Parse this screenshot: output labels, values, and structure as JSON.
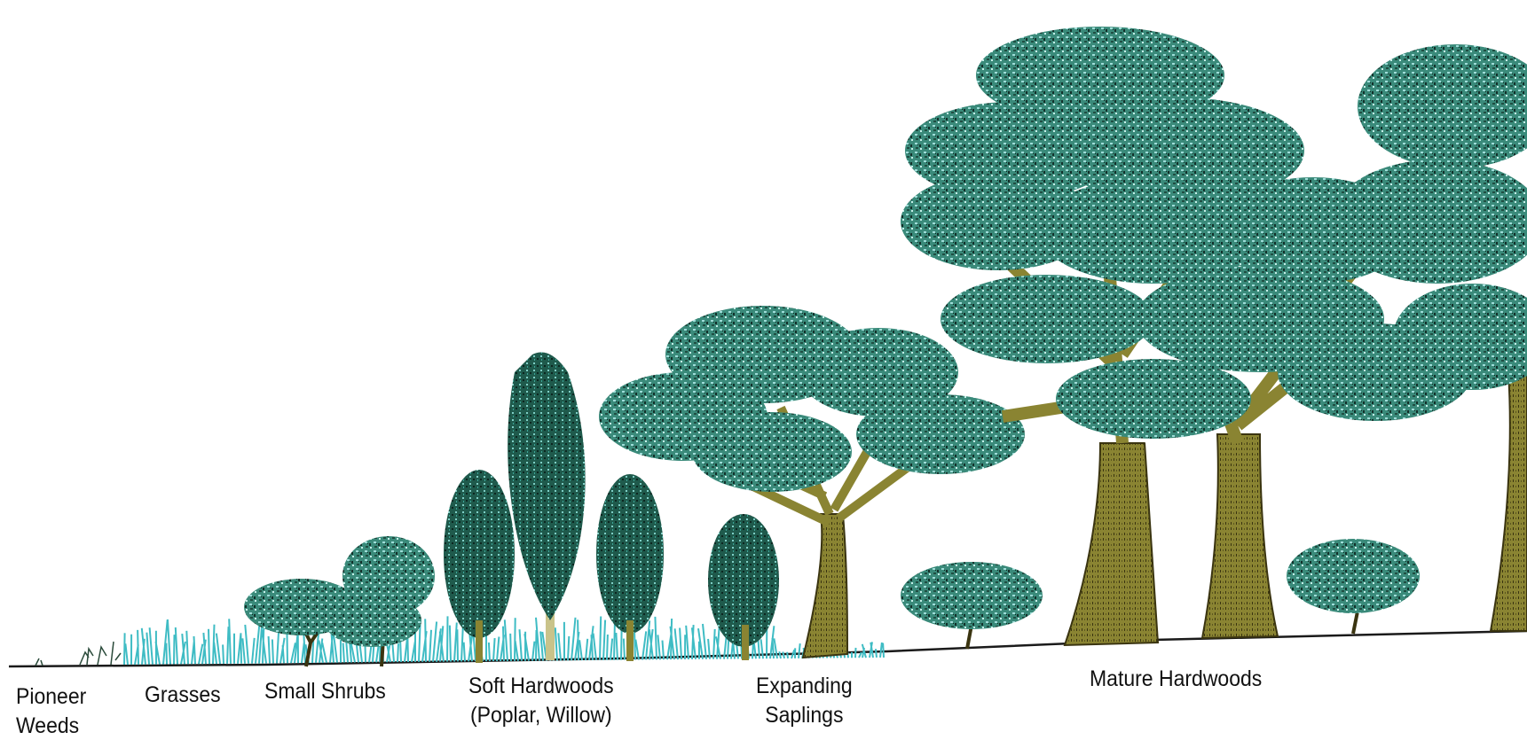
{
  "colors": {
    "foliage_dark": "#1c3f34",
    "foliage_mid": "#2f7a6a",
    "foliage_light": "#8fd3cf",
    "grass": "#3fbcc4",
    "trunk": "#8a8432",
    "trunk_outline": "#3a3410",
    "ground": "#1a1a1a",
    "text": "#111111"
  },
  "stages": [
    {
      "id": "pioneer-weeds",
      "lines": [
        "Pioneer",
        "Weeds"
      ]
    },
    {
      "id": "grasses",
      "lines": [
        "Grasses"
      ]
    },
    {
      "id": "small-shrubs",
      "lines": [
        "Small Shrubs"
      ]
    },
    {
      "id": "soft-hardwoods",
      "lines": [
        "Soft Hardwoods",
        "(Poplar, Willow)"
      ]
    },
    {
      "id": "expanding-saplings",
      "lines": [
        "Expanding",
        "Saplings"
      ]
    },
    {
      "id": "mature-hardwoods",
      "lines": [
        "Mature Hardwoods"
      ]
    }
  ]
}
